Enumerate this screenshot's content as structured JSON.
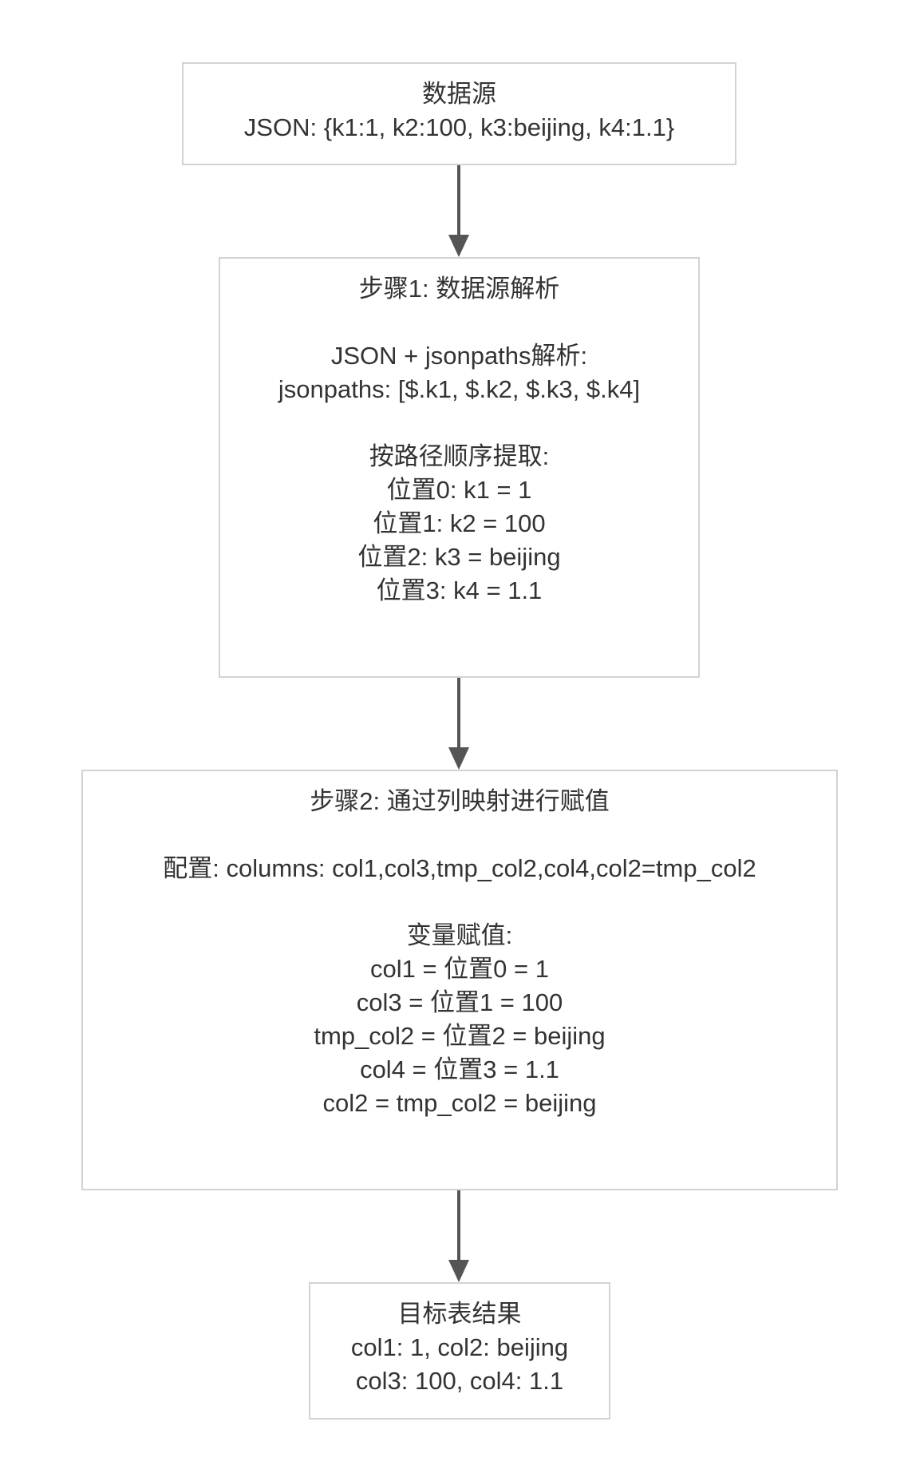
{
  "nodes": [
    {
      "id": "source",
      "lines": [
        "数据源",
        "JSON: {k1:1, k2:100, k3:beijing, k4:1.1}"
      ]
    },
    {
      "id": "step1",
      "lines": [
        "步骤1: 数据源解析",
        "",
        "JSON + jsonpaths解析:",
        "jsonpaths: [$.k1, $.k2, $.k3, $.k4]",
        "",
        "按路径顺序提取:",
        "位置0: k1 = 1",
        "位置1: k2 = 100",
        "位置2: k3 = beijing",
        "位置3: k4 = 1.1"
      ]
    },
    {
      "id": "step2",
      "lines": [
        "步骤2: 通过列映射进行赋值",
        "",
        "配置: columns: col1,col3,tmp_col2,col4,col2=tmp_col2",
        "",
        "变量赋值:",
        "col1 = 位置0 = 1",
        "col3 = 位置1 = 100",
        "tmp_col2 = 位置2 = beijing",
        "col4 = 位置3 = 1.1",
        "col2 = tmp_col2 = beijing"
      ]
    },
    {
      "id": "result",
      "lines": [
        "目标表结果",
        "col1: 1, col2: beijing",
        "col3: 100, col4: 1.1"
      ]
    }
  ],
  "edges": [
    {
      "from": "source",
      "to": "step1"
    },
    {
      "from": "step1",
      "to": "step2"
    },
    {
      "from": "step2",
      "to": "result"
    }
  ],
  "colors": {
    "border": "#d3d3d3",
    "arrow": "#555555",
    "text": "#333333"
  }
}
